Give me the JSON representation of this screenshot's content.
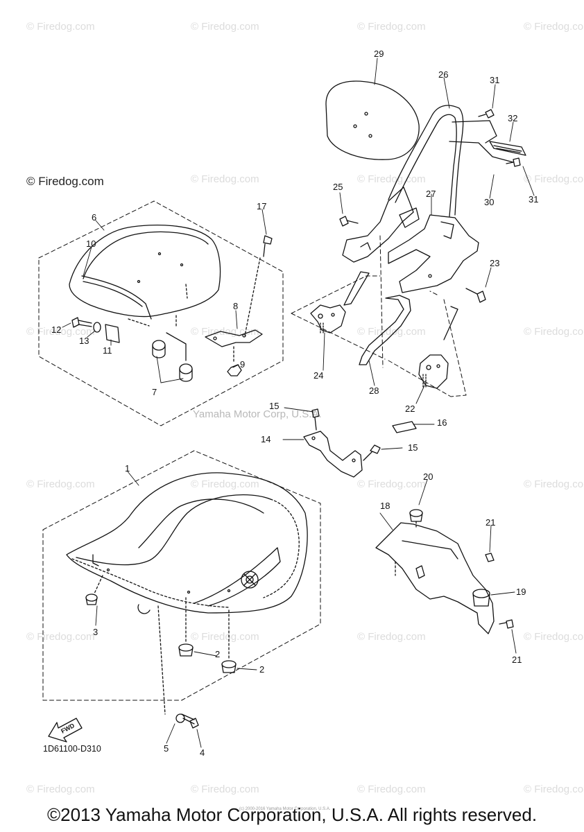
{
  "watermark": {
    "text": "© Firedog.com"
  },
  "corporate_watermark": "Yamaha Motor Corp, U.S.A.",
  "drawing_code": "1D61100-D310",
  "fwd_label": "FWD",
  "copyright": "©2013 Yamaha Motor Corporation, U.S.A. All rights reserved.",
  "tiny_copyright": "(c) 2000-2016 Yamaha Motor Corporation, U.S.A.",
  "callouts": {
    "n1": "1",
    "n2a": "2",
    "n2b": "2",
    "n3": "3",
    "n4": "4",
    "n5": "5",
    "n6": "6",
    "n7": "7",
    "n8": "8",
    "n9": "9",
    "n10": "10",
    "n11": "11",
    "n12": "12",
    "n13": "13",
    "n14": "14",
    "n15a": "15",
    "n15b": "15",
    "n16": "16",
    "n17": "17",
    "n18": "18",
    "n19": "19",
    "n20": "20",
    "n21a": "21",
    "n21b": "21",
    "n22": "22",
    "n23": "23",
    "n24": "24",
    "n25": "25",
    "n26": "26",
    "n27": "27",
    "n28": "28",
    "n29": "29",
    "n30": "30",
    "n31a": "31",
    "n31b": "31",
    "n32": "32"
  }
}
